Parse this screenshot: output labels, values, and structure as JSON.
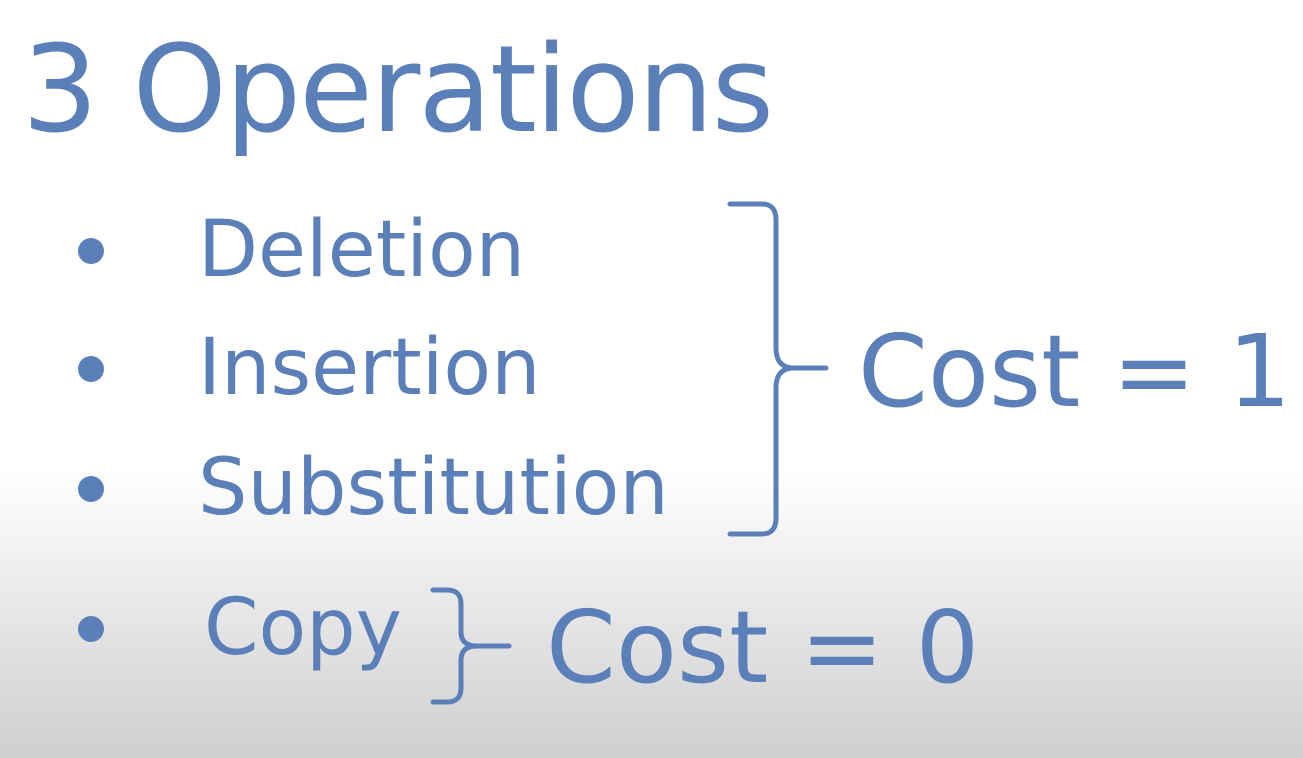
{
  "slide": {
    "title": "3 Operations",
    "group_cost_one": {
      "items": [
        "Deletion",
        "Insertion",
        "Substitution"
      ],
      "cost_label": "Cost = 1"
    },
    "group_cost_zero": {
      "items": [
        "Copy"
      ],
      "cost_label": "Cost = 0"
    }
  },
  "colors": {
    "text": "#5b7fb8",
    "background_top": "#ffffff",
    "background_bottom": "#cfcfcf"
  },
  "icons": {
    "bullet": "filled-circle",
    "bracket": "right-curly-brace"
  }
}
